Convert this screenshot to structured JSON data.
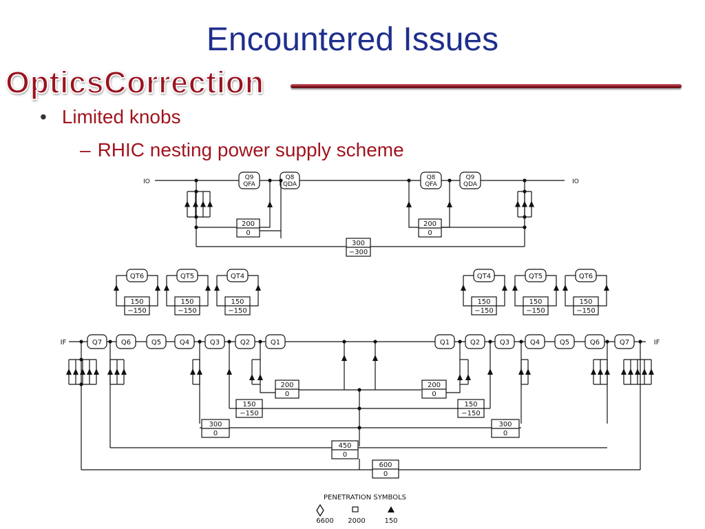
{
  "slide": {
    "title": "Encountered Issues",
    "logo_text": "OpticsCorrection",
    "bullet1": "Limited knobs",
    "bullet2": "RHIC nesting power supply scheme",
    "bullet_marker": "•",
    "sub_marker": "–"
  },
  "diagram": {
    "top_section": {
      "left_end": "IO",
      "right_end": "IO",
      "left_magnets": [
        {
          "line1": "Q9",
          "line2": "QFA"
        },
        {
          "line1": "Q8",
          "line2": "QDA"
        }
      ],
      "right_magnets": [
        {
          "line1": "Q8",
          "line2": "QFA"
        },
        {
          "line1": "Q9",
          "line2": "QDA"
        }
      ],
      "supplies": {
        "left": {
          "top": "200",
          "bottom": "0"
        },
        "right": {
          "top": "200",
          "bottom": "0"
        },
        "shared": {
          "top": "300",
          "bottom": "−300"
        }
      }
    },
    "trim_section": {
      "left": [
        {
          "label": "QT6",
          "top": "150",
          "bottom": "−150"
        },
        {
          "label": "QT5",
          "top": "150",
          "bottom": "−150"
        },
        {
          "label": "QT4",
          "top": "150",
          "bottom": "−150"
        }
      ],
      "right": [
        {
          "label": "QT4",
          "top": "150",
          "bottom": "−150"
        },
        {
          "label": "QT5",
          "top": "150",
          "bottom": "−150"
        },
        {
          "label": "QT6",
          "top": "150",
          "bottom": "−150"
        }
      ]
    },
    "main_section": {
      "left_end": "IF",
      "right_end": "IF",
      "left_magnets": [
        "Q7",
        "Q6",
        "Q5",
        "Q4",
        "Q3",
        "Q2",
        "Q1"
      ],
      "right_magnets": [
        "Q1",
        "Q2",
        "Q3",
        "Q4",
        "Q5",
        "Q6",
        "Q7"
      ],
      "supplies": [
        {
          "id": "ps-200-left",
          "top": "200",
          "bottom": "0"
        },
        {
          "id": "ps-200-right",
          "top": "200",
          "bottom": "0"
        },
        {
          "id": "ps-150-left",
          "top": "150",
          "bottom": "−150"
        },
        {
          "id": "ps-150-right",
          "top": "150",
          "bottom": "−150"
        },
        {
          "id": "ps-300-left",
          "top": "300",
          "bottom": "0"
        },
        {
          "id": "ps-300-right",
          "top": "300",
          "bottom": "0"
        },
        {
          "id": "ps-450",
          "top": "450",
          "bottom": "0"
        },
        {
          "id": "ps-600",
          "top": "600",
          "bottom": "0"
        }
      ]
    },
    "legend": {
      "title": "PENETRATION SYMBOLS",
      "items": [
        {
          "symbol": "diamond",
          "value": "6600"
        },
        {
          "symbol": "square",
          "value": "2000"
        },
        {
          "symbol": "triangle",
          "value": "150"
        }
      ]
    }
  }
}
